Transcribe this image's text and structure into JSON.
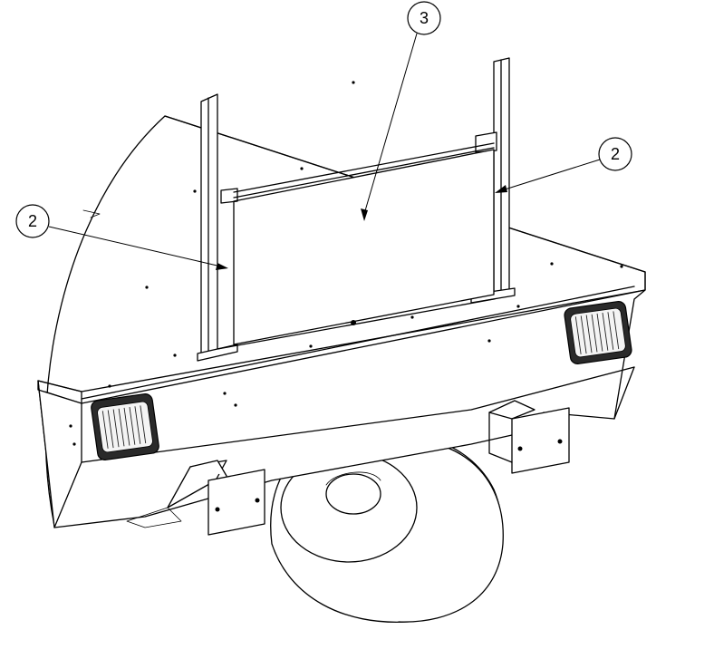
{
  "callouts": {
    "left": {
      "label": "2"
    },
    "top": {
      "label": "3"
    },
    "right": {
      "label": "2"
    }
  }
}
